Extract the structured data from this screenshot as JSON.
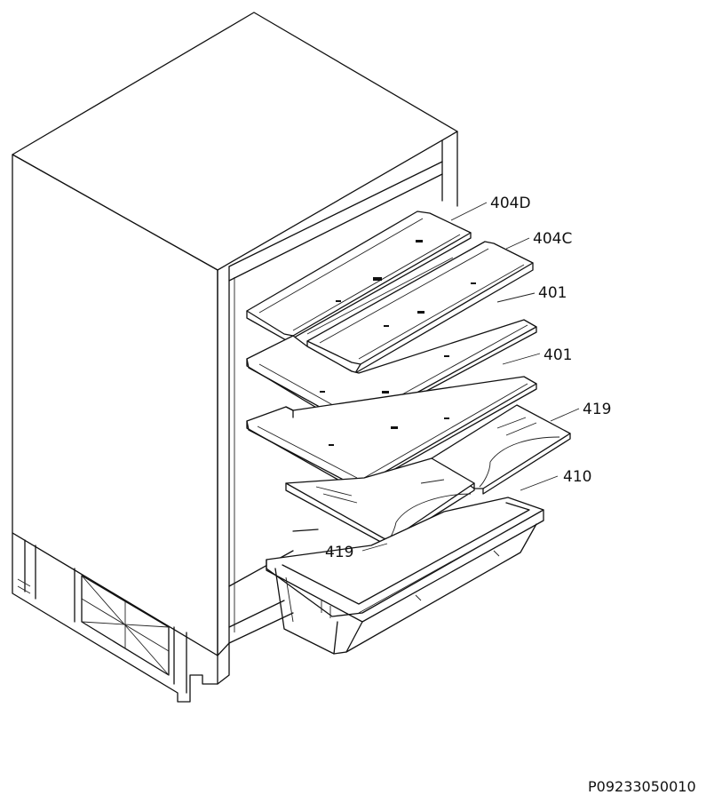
{
  "diagram": {
    "labels": [
      {
        "id": "label-404d",
        "text": "404D"
      },
      {
        "id": "label-404c",
        "text": "404C"
      },
      {
        "id": "label-401-upper",
        "text": "401"
      },
      {
        "id": "label-401-lower",
        "text": "401"
      },
      {
        "id": "label-419-right",
        "text": "419"
      },
      {
        "id": "label-410",
        "text": "410"
      },
      {
        "id": "label-419-left",
        "text": "419"
      }
    ],
    "drawing_code": "P09233050010"
  }
}
